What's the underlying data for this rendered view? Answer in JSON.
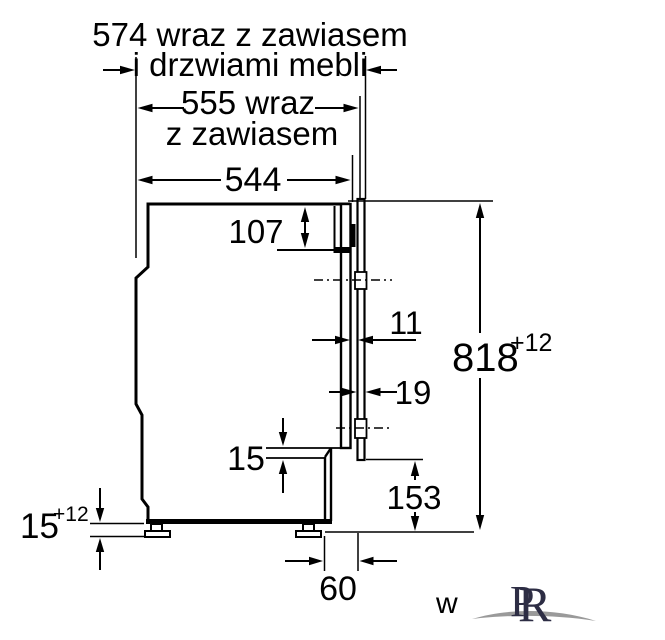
{
  "page": {
    "background": "#ffffff"
  },
  "diagram": {
    "type": "appliance-installation-side-view",
    "line_color": "#000000",
    "dimensions": {
      "depth_with_hinge_and_door": {
        "value": "574",
        "label_line1": "574 wraz z zawiasem",
        "label_line2": "i drzwiami mebli"
      },
      "depth_with_hinge": {
        "value": "555",
        "label_line1": "555 wraz",
        "label_line2": "z zawiasem"
      },
      "depth": "544",
      "hinge_top_offset": "107",
      "gap_front_to_door": "11",
      "furniture_door_thickness": "19",
      "niche_height": "818",
      "niche_height_tolerance": "+12",
      "door_bottom_step": "15",
      "plinth_clearance_height": "153",
      "foot_adjust": "15",
      "foot_adjust_tolerance": "+12",
      "plinth_recess": "60"
    },
    "watermark_letter": "w",
    "logo": {
      "letter_p": "P",
      "letter_r": "R",
      "color": "#2d2d44",
      "swoosh_color": "#9a9a9a"
    }
  }
}
